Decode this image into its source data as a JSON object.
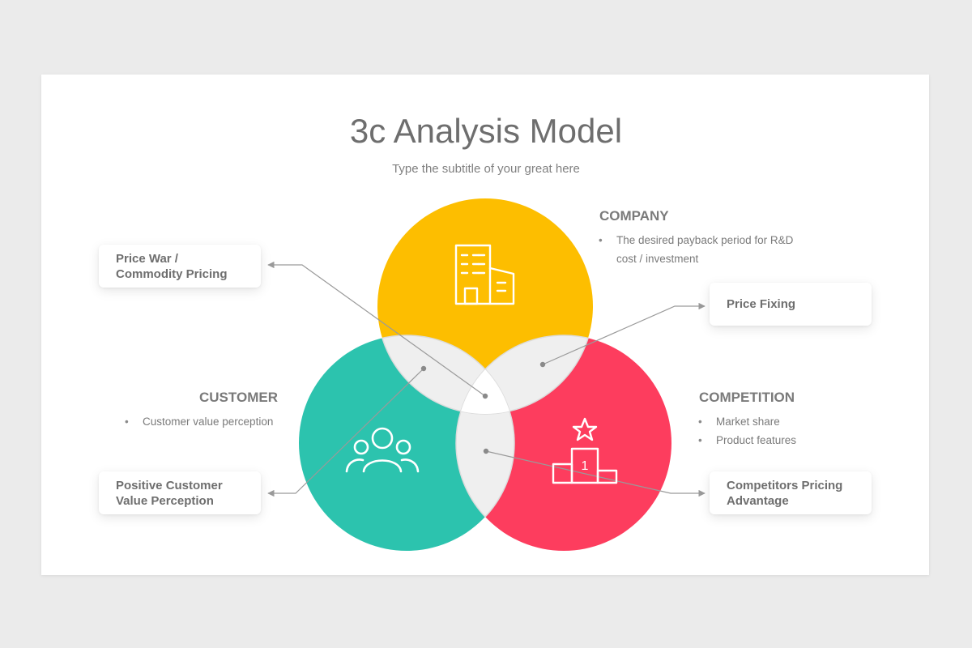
{
  "slide": {
    "title": "3c Analysis Model",
    "subtitle": "Type the subtitle of your great here"
  },
  "sections": {
    "company": {
      "heading": "COMPANY",
      "bullets": [
        "The desired payback period for R&D cost / investment"
      ]
    },
    "customer": {
      "heading": "CUSTOMER",
      "bullets": [
        "Customer value perception"
      ]
    },
    "competition": {
      "heading": "COMPETITION",
      "bullets": [
        "Market share",
        "Product  features"
      ]
    }
  },
  "callouts": {
    "price_war": "Price War /\nCommodity Pricing",
    "price_fixing": "Price Fixing",
    "positive_customer": "Positive Customer\nValue Perception",
    "competitors_pricing": "Competitors Pricing\nAdvantage"
  },
  "icons": {
    "company": "building-icon",
    "customer": "users-group-icon",
    "competition": "podium-star-icon",
    "podium_number": "1"
  },
  "colors": {
    "company": "#FDBE00",
    "customer": "#2CC3AE",
    "competition": "#FD3D5E",
    "overlap": "#EFEFEF",
    "connector": "#9A9A9A"
  }
}
